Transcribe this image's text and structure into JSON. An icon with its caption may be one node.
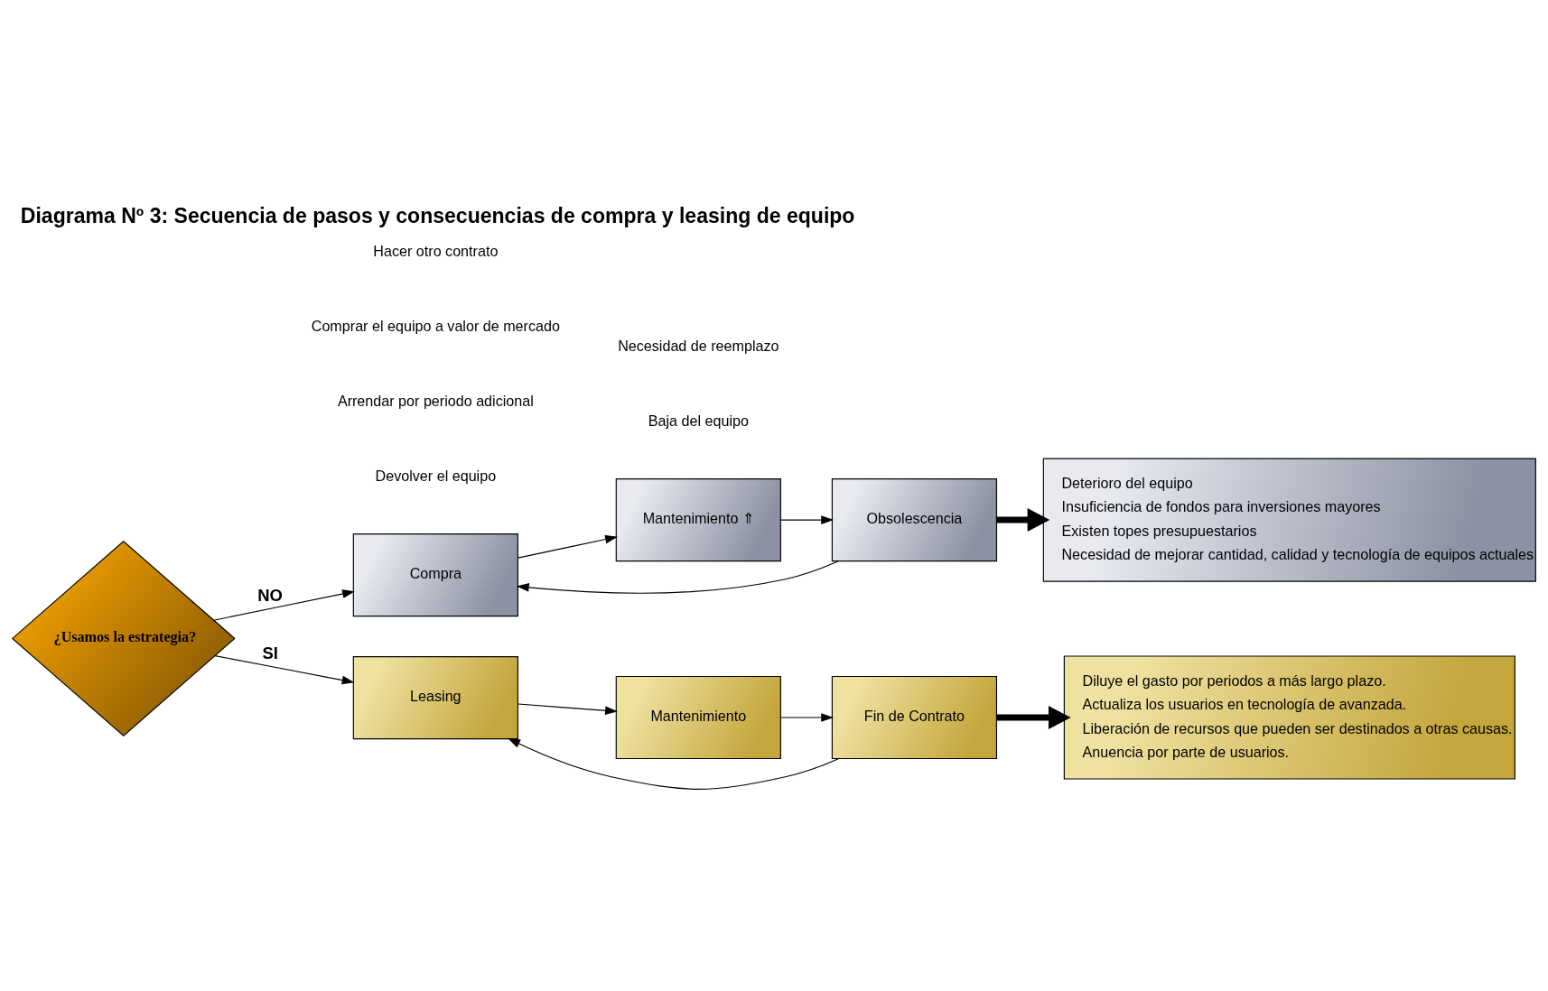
{
  "diagram": {
    "title": "Diagrama Nº 3: Secuencia de pasos y consecuencias de compra y leasing de equipo",
    "nodes": [
      {
        "text": [
          "¿Usamos la estrategia?"
        ]
      },
      {
        "text": [
          "Compra"
        ]
      },
      {
        "text": [
          "Mantenimiento ⇑"
        ]
      },
      {
        "text": [
          "Obsolescencia"
        ]
      },
      {
        "text": [
          "Deterioro del equipo",
          "Insuficiencia de fondos para inversiones mayores",
          "Existen topes presupuestarios",
          "Necesidad de mejorar cantidad, calidad y tecnología de equipos actuales"
        ]
      },
      {
        "text": [
          "Leasing"
        ]
      },
      {
        "text": [
          "Mantenimiento"
        ]
      },
      {
        "text": [
          "Fin de Contrato"
        ]
      },
      {
        "text": [
          "Diluye el gasto por periodos a más largo plazo.",
          "Actualiza los usuarios en tecnología de avanzada.",
          "Liberación de recursos que pueden ser destinados a otras causas.",
          "Anuencia por parte de usuarios."
        ]
      }
    ],
    "edges": [
      {
        "from": 0,
        "to": 1,
        "arrow": "to",
        "label": "NO"
      },
      {
        "from": 1,
        "to": 2,
        "arrow": "to"
      },
      {
        "from": 2,
        "to": 3,
        "arrow": "to"
      },
      {
        "from": 3,
        "to": 4,
        "arrow": "to",
        "style": "thick"
      },
      {
        "from": 3,
        "to": 1,
        "arrow": "to"
      },
      {
        "from": 0,
        "to": 5,
        "arrow": "to",
        "label": "SI"
      },
      {
        "from": 5,
        "to": 6,
        "arrow": "to"
      },
      {
        "from": 6,
        "to": 7,
        "arrow": "to"
      },
      {
        "from": 7,
        "to": 8,
        "arrow": "to",
        "style": "thick"
      },
      {
        "from": 7,
        "to": 5,
        "arrow": "to"
      }
    ],
    "labels": [
      "Baja del equipo",
      "Necesidad de reemplazo",
      "Devolver el equipo",
      "Arrendar por periodo adicional",
      "Comprar el equipo a valor de mercado",
      "Hacer otro contrato"
    ]
  }
}
